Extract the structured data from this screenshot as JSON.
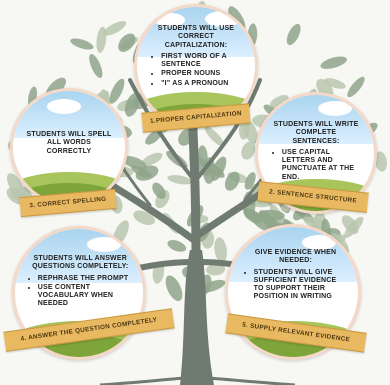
{
  "goals": [
    {
      "heading": "STUDENTS WILL USE CORRECT CAPITALIZATION:",
      "bullets": [
        "FIRST WORD OF A SENTENCE",
        "PROPER NOUNS",
        "\"I\" AS A PRONOUN"
      ],
      "ribbon": "1.PROPER CAPITALIZATION"
    },
    {
      "heading": "STUDENTS WILL SPELL ALL WORDS CORRECTLY",
      "bullets": [],
      "ribbon": "3. CORRECT SPELLING"
    },
    {
      "heading": "STUDENTS WILL WRITE COMPLETE SENTENCES:",
      "bullets": [
        "USE CAPITAL LETTERS AND PUNCTUATE AT THE END."
      ],
      "ribbon": "2. SENTENCE STRUCTURE"
    },
    {
      "heading": "STUDENTS WILL ANSWER QUESTIONS COMPLETELY:",
      "bullets": [
        "REPHRASE THE PROMPT",
        "USE CONTENT VOCABULARY WHEN NEEDED"
      ],
      "ribbon": "4. ANSWER THE QUESTION COMPLETELY"
    },
    {
      "heading": "GIVE EVIDENCE WHEN NEEDED:",
      "bullets": [
        "STUDENTS WILL GIVE SUFFICIENT EVIDENCE TO SUPPORT THEIR POSITION IN WRITING"
      ],
      "ribbon": "5. SUPPLY RELEVANT EVIDENCE"
    }
  ],
  "colors": {
    "trunk": "#6f7a70",
    "leaf_dark": "#8fa48a",
    "leaf_light": "#b9c7ae",
    "ribbon": "#e9b962",
    "grass": "#7ea53a"
  }
}
